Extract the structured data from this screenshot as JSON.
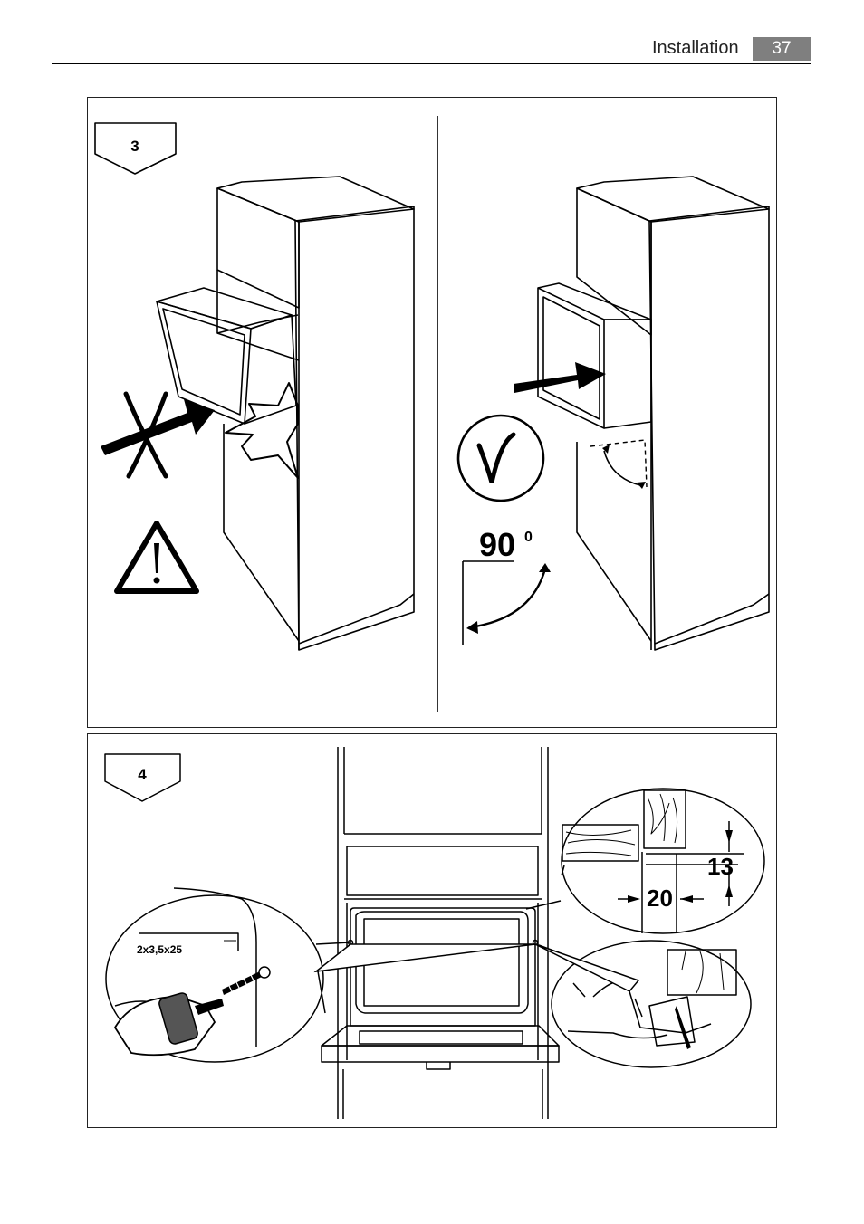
{
  "header": {
    "section": "Installation",
    "page_number": "37"
  },
  "step3": {
    "step_number": "3",
    "angle_value": "90",
    "angle_unit": "0",
    "icons": [
      "cross-mark-icon",
      "warning-triangle-icon",
      "check-mark-icon"
    ]
  },
  "step4": {
    "step_number": "4",
    "screw_spec": "2x3,5x25",
    "dim_vertical": "13",
    "dim_horizontal": "20"
  }
}
